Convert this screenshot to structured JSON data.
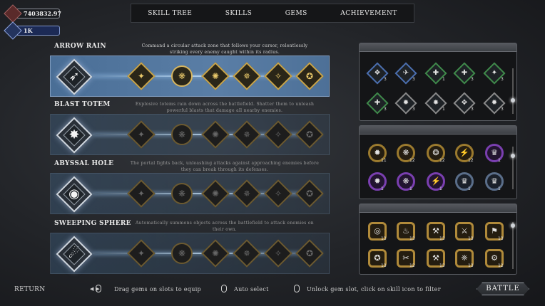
{
  "currency": {
    "gold": "7403832.97",
    "gems": "1K"
  },
  "tabs": [
    "SKILL TREE",
    "SKILLS",
    "GEMS",
    "ACHIEVEMENT"
  ],
  "skills": [
    {
      "name": "ARROW RAIN",
      "desc_line1": "Command a circular attack zone that follows your cursor, relentlessly",
      "desc_line2": "striking every enemy caught within its radius.",
      "active": true
    },
    {
      "name": "BLAST TOTEM",
      "desc_line1": "Explosive totems rain down across the battlefield. Shatter them to unleash",
      "desc_line2": "powerful blasts that damage all nearby enemies.",
      "active": false
    },
    {
      "name": "ABYSSAL HOLE",
      "desc_line1": "The portal fights back, unleashing attacks against approaching enemies before",
      "desc_line2": "they can break through its defenses.",
      "active": false
    },
    {
      "name": "SWEEPING SPHERE",
      "desc_line1": "Automatically summons objects across the battlefield to attack enemies on",
      "desc_line2": "their own.",
      "active": false
    }
  ],
  "gem_panel_1": {
    "counts": [
      "3",
      "3",
      "1",
      "3",
      "3",
      "3",
      "3",
      "1",
      "3",
      "3"
    ],
    "colors": [
      "#4b6fb0",
      "#4b6fb0",
      "#3f8a4a",
      "#3f8a4a",
      "#3f8a4a",
      "#3f8a4a",
      "#8a8a8a",
      "#8a8a8a",
      "#8a8a8a",
      "#8a8a8a"
    ]
  },
  "gem_panel_2": {
    "counts": [
      "11",
      "12",
      "12",
      "12",
      "1",
      "1",
      "1",
      "1",
      "1",
      "1"
    ]
  },
  "gem_panel_3": {
    "counts": [
      "13",
      "13",
      "13",
      "13",
      "13",
      "13",
      "12",
      "13",
      "13",
      "12"
    ]
  },
  "footer": {
    "return": "RETURN",
    "drag": "Drag gems on slots to equip",
    "auto": "Auto select",
    "unlock": "Unlock gem slot, click on skill icon to filter",
    "battle": "BATTLE"
  }
}
